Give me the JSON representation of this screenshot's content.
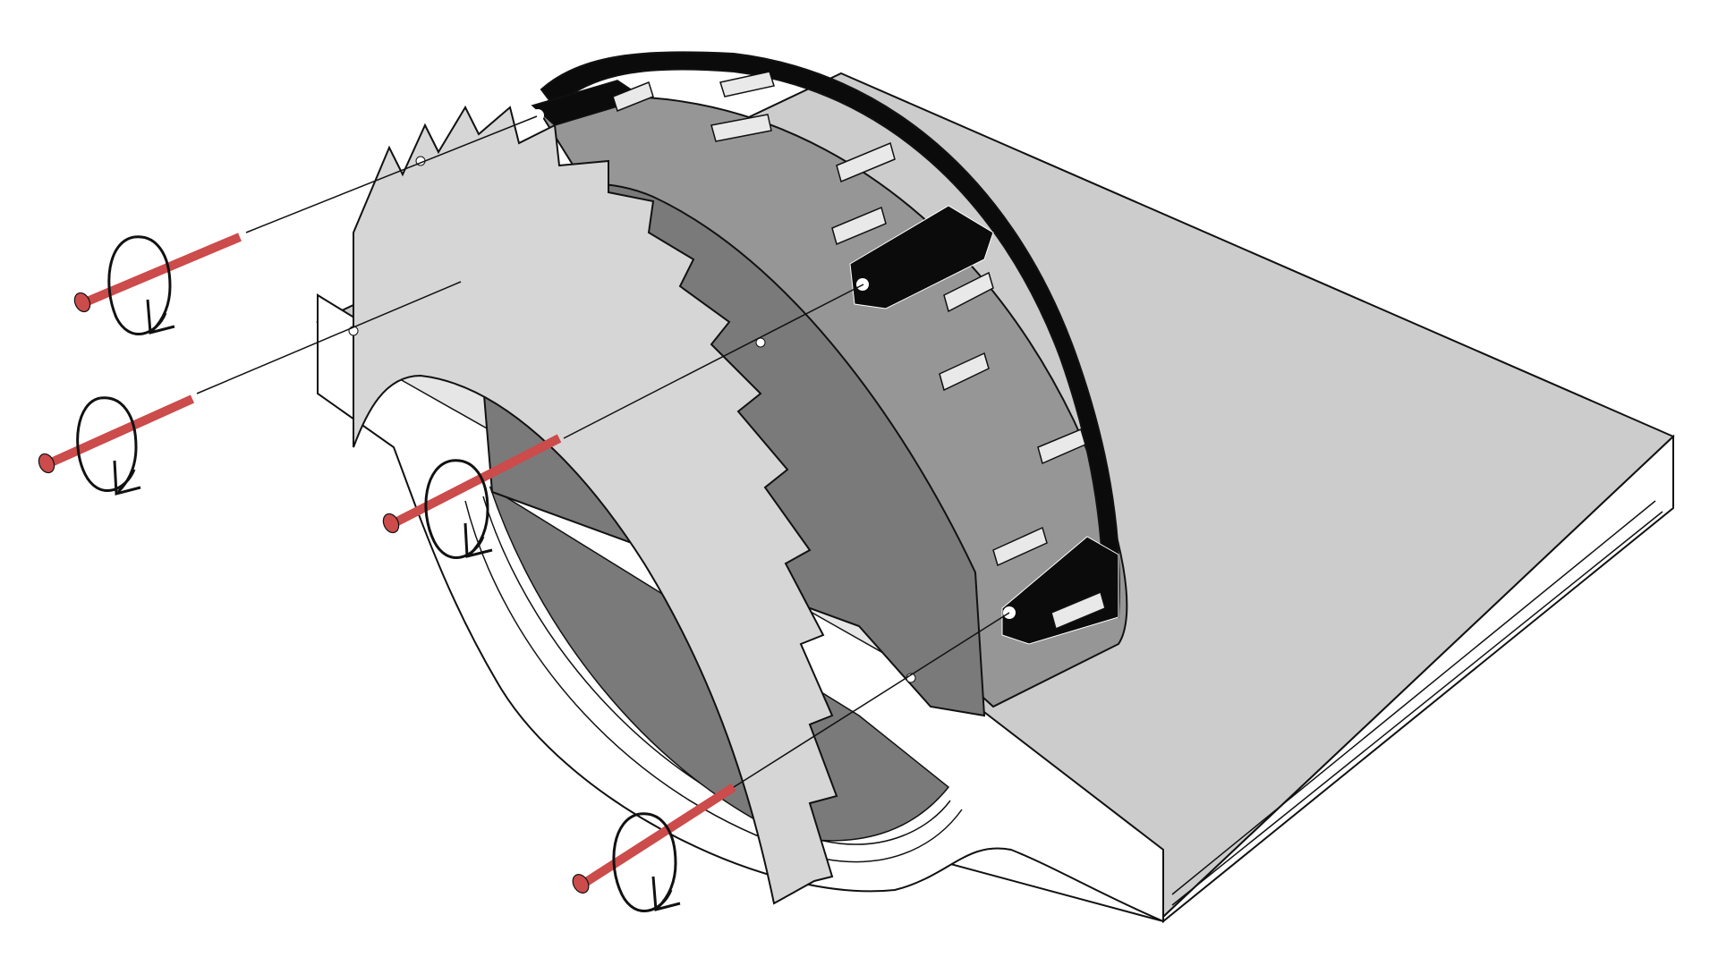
{
  "diagram": {
    "kind": "exploded-assembly",
    "text_labels": [],
    "screw_count": 4,
    "rotation_arrow_count": 4,
    "colors": {
      "background": "#ffffff",
      "base_top": "#cccccc",
      "base_side": "#ffffff",
      "blade": "#7a7a7a",
      "blade_rear": "#969696",
      "gear_ring": "#d6d6d6",
      "frame_black": "#0b0b0b",
      "screw_red": "#cc4b4b",
      "outline": "#111111",
      "tooth_blocks": "#e9e9e9"
    },
    "icons": [
      "screw-icon",
      "rotation-arrow-icon"
    ]
  }
}
